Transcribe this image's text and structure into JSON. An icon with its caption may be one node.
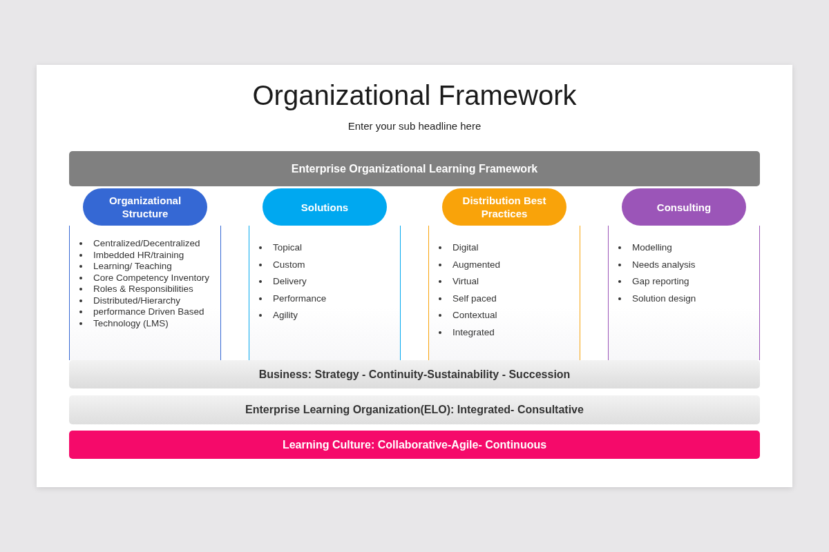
{
  "diagram": {
    "title": "Organizational Framework",
    "nodes": [
      {
        "text": [
          "Enterprise Organizational Learning Framework"
        ]
      },
      {
        "text": [
          "Centralized/Decentralized",
          "Imbedded HR/training",
          "Learning/ Teaching",
          "Core Competency Inventory",
          "Roles & Responsibilities",
          "Distributed/Hierarchy",
          "performance Driven Based",
          "Technology (LMS)"
        ]
      },
      {
        "text": [
          "Organizational Structure"
        ]
      },
      {
        "text": [
          "Topical",
          "Custom",
          "Delivery",
          "Performance",
          "Agility"
        ]
      },
      {
        "text": [
          "Solutions"
        ]
      },
      {
        "text": [
          "Digital",
          "Augmented",
          "Virtual",
          "Self paced",
          "Contextual",
          "Integrated"
        ]
      },
      {
        "text": [
          "Distribution Best Practices"
        ]
      },
      {
        "text": [
          "Modelling",
          "Needs analysis",
          "Gap reporting",
          "Solution design"
        ]
      },
      {
        "text": [
          "Consulting"
        ]
      },
      {
        "text": [
          "Business: Strategy - Continuity-Sustainability - Succession"
        ]
      },
      {
        "text": [
          "Enterprise Learning Organization(ELO): Integrated- Consultative"
        ]
      },
      {
        "text": [
          "Learning Culture: Collaborative-Agile- Continuous"
        ]
      }
    ],
    "labels": [
      "Enter your sub headline here"
    ]
  }
}
